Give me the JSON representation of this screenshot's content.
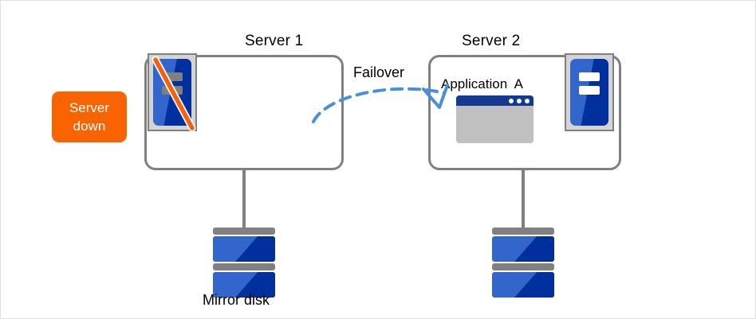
{
  "diagram": {
    "title_server1": "Server 1",
    "title_server2": "Server 2",
    "failover_label": "Failover",
    "application_label": "Application  A",
    "mirror_disk_label": "Mirror disk",
    "status_badge": {
      "line1": "Server",
      "line2": "down"
    },
    "colors": {
      "badge_orange": "#fa6400",
      "server_border_gray": "#808080",
      "rack_blue": "#3366cc",
      "rack_dark_blue": "#002f9e",
      "arrow_blue": "#4a90d9",
      "app_titlebar": "#123a91",
      "app_body": "#c0c0c0",
      "slash_orange": "#f4600c"
    },
    "icons": {
      "server1": "server-rack-icon-offline",
      "server2": "server-rack-icon-online",
      "disk": "disk-stack-icon",
      "app": "application-window-icon",
      "failover": "dashed-curved-arrow"
    }
  }
}
